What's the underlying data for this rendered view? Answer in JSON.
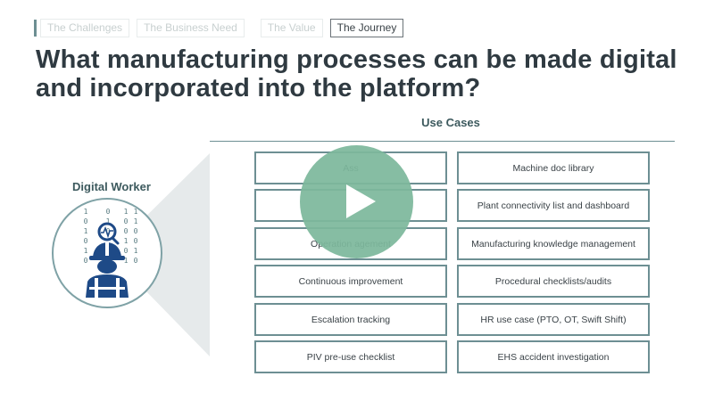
{
  "nav": {
    "tabs": [
      {
        "label": "The Challenges"
      },
      {
        "label": "The Business Need"
      },
      {
        "label": "The Value"
      },
      {
        "label": "The Journey"
      }
    ]
  },
  "slide": {
    "title": "What manufacturing processes can be made digital and incorporated into the platform?",
    "section_label": "Use Cases",
    "worker_label": "Digital Worker",
    "binary_columns": [
      "1\n0\n1\n0\n1\n0",
      "0\n1\n0",
      "1\n0\n0\n1\n0\n1",
      "1\n1\n0\n0\n1\n0"
    ]
  },
  "use_cases": {
    "left": [
      {
        "label": "Ass"
      },
      {
        "label": ""
      },
      {
        "label": "Operation                    agement"
      },
      {
        "label": "Continuous improvement"
      },
      {
        "label": "Escalation tracking"
      },
      {
        "label": "PIV pre-use checklist"
      }
    ],
    "right": [
      {
        "label": "Machine doc library"
      },
      {
        "label": "Plant connectivity list and dashboard"
      },
      {
        "label": "Manufacturing knowledge management"
      },
      {
        "label": "Procedural checklists/audits"
      },
      {
        "label": "HR use case (PTO, OT, Swift Shift)"
      },
      {
        "label": "EHS accident investigation"
      }
    ]
  },
  "video": {
    "control": "play"
  },
  "colors": {
    "accent": "#6d8f93",
    "title": "#2f3a41",
    "play": "#7db89c",
    "worker_blue": "#1e4a87"
  }
}
